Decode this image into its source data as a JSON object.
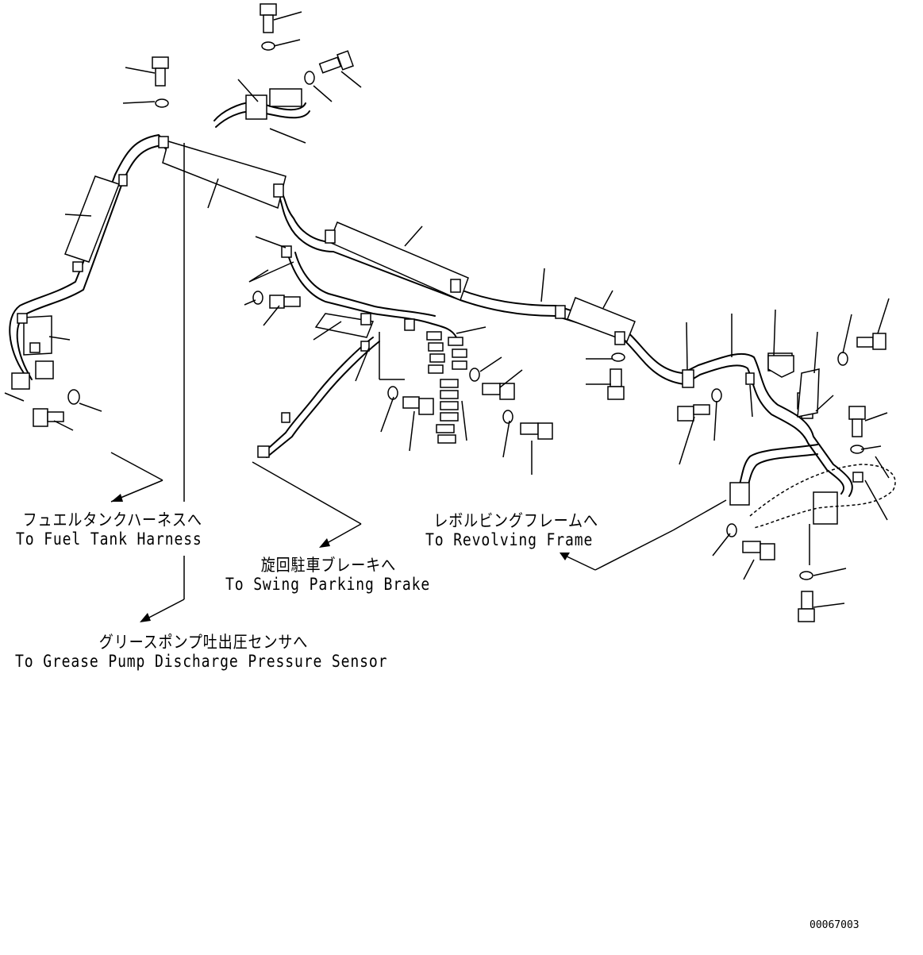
{
  "labels": {
    "fuel_tank": {
      "ja": "フュエルタンクハーネスへ",
      "en": "To Fuel Tank Harness"
    },
    "swing_brake": {
      "ja": "旋回駐車ブレーキへ",
      "en": "To Swing Parking Brake"
    },
    "revolving_frame": {
      "ja": "レボルビングフレームへ",
      "en": "To Revolving Frame"
    },
    "grease_sensor": {
      "ja": "グリースポンプ吐出圧センサへ",
      "en": "To Grease Pump Discharge Pressure Sensor"
    }
  },
  "drawing_number": "00067003",
  "colors": {
    "ink": "#000000",
    "paper": "#ffffff"
  }
}
